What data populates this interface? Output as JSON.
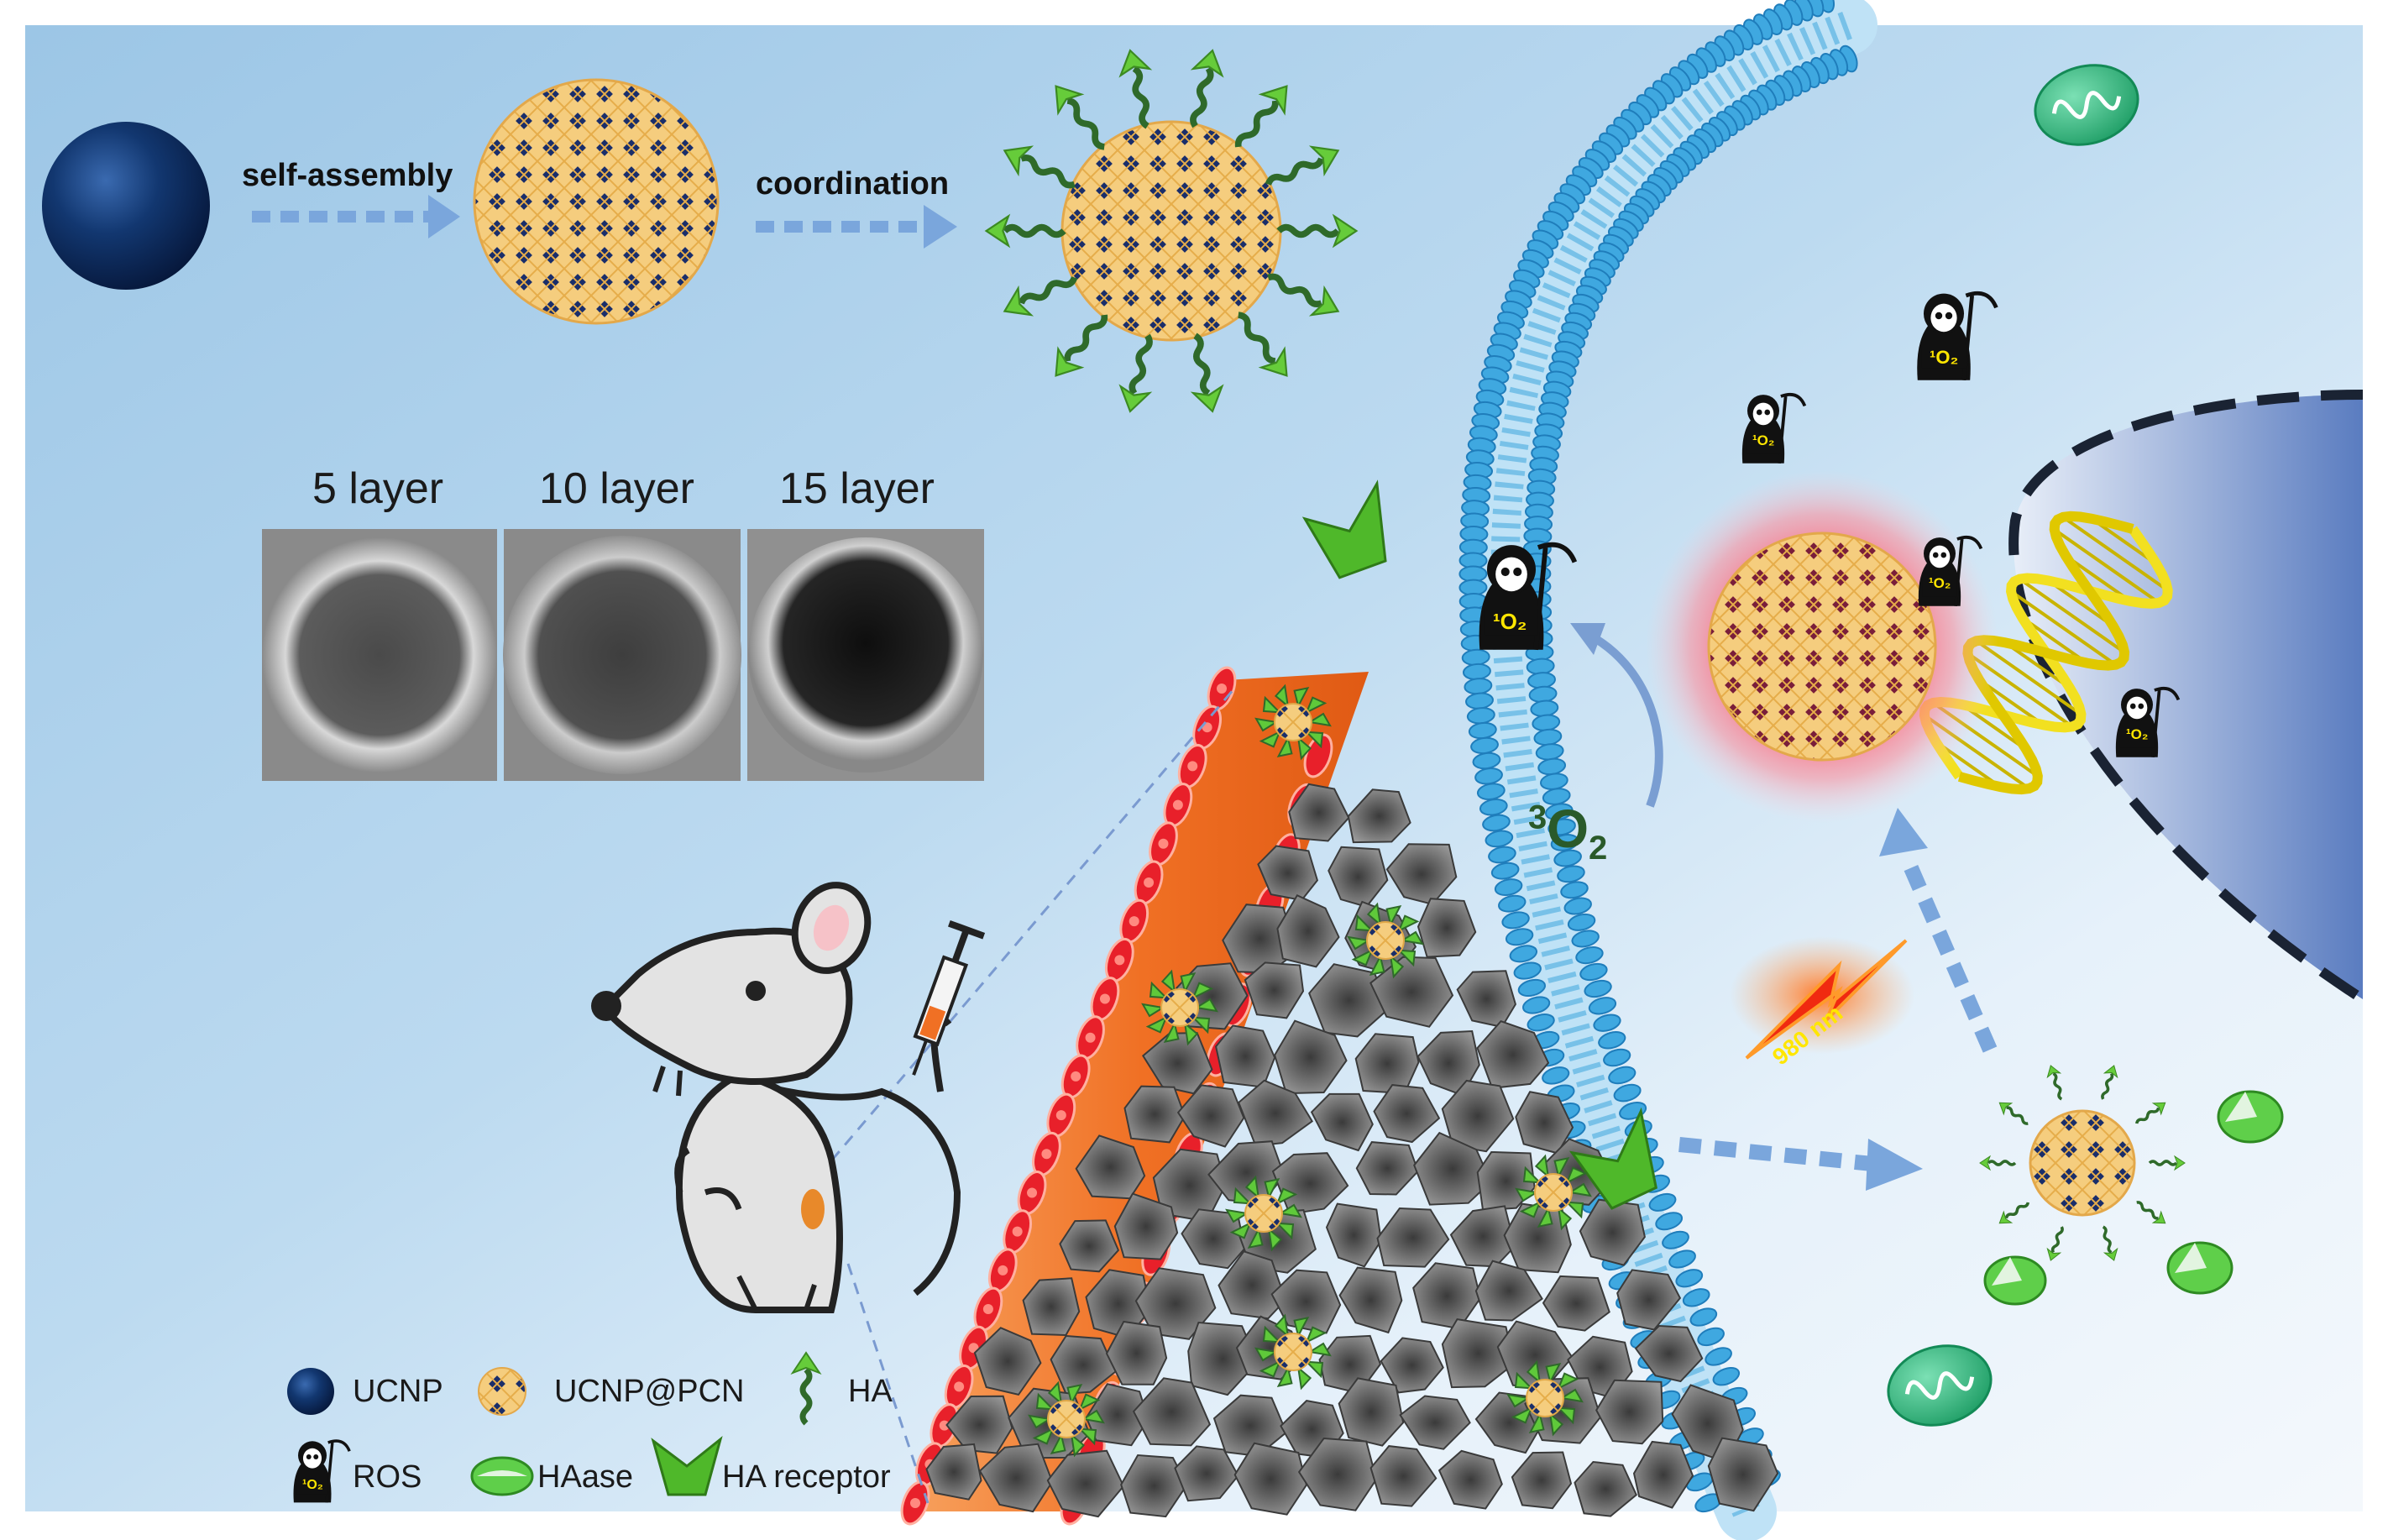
{
  "steps": {
    "self_assembly": "self-assembly",
    "coordination": "coordination"
  },
  "tem_panels": [
    {
      "label": "5 layer"
    },
    {
      "label": "10 layer"
    },
    {
      "label": "15 layer"
    }
  ],
  "oxygen": {
    "triplet_sup": "3",
    "triplet_base": "O",
    "triplet_sub": "2",
    "singlet": "¹O₂"
  },
  "laser": {
    "label": "980 nm"
  },
  "legend": {
    "ucnp": "UCNP",
    "ucnp_pcn": "UCNP@PCN",
    "ha": "HA",
    "ros": "ROS",
    "haase": "HAase",
    "ha_receptor": "HA receptor"
  },
  "colors": {
    "background_blue": "#a9cde8",
    "membrane_blue": "#56b7e6",
    "ucnp_navy": "#0d2a5a",
    "pcn_gold": "#f2c46c",
    "ha_green": "#5fc93a",
    "vessel_orange": "#f27a2a",
    "red_cell": "#e8202a",
    "tumor_gray": "#6e6e6e",
    "glow_red": "#ff6070",
    "dna_yellow": "#f2e020"
  }
}
